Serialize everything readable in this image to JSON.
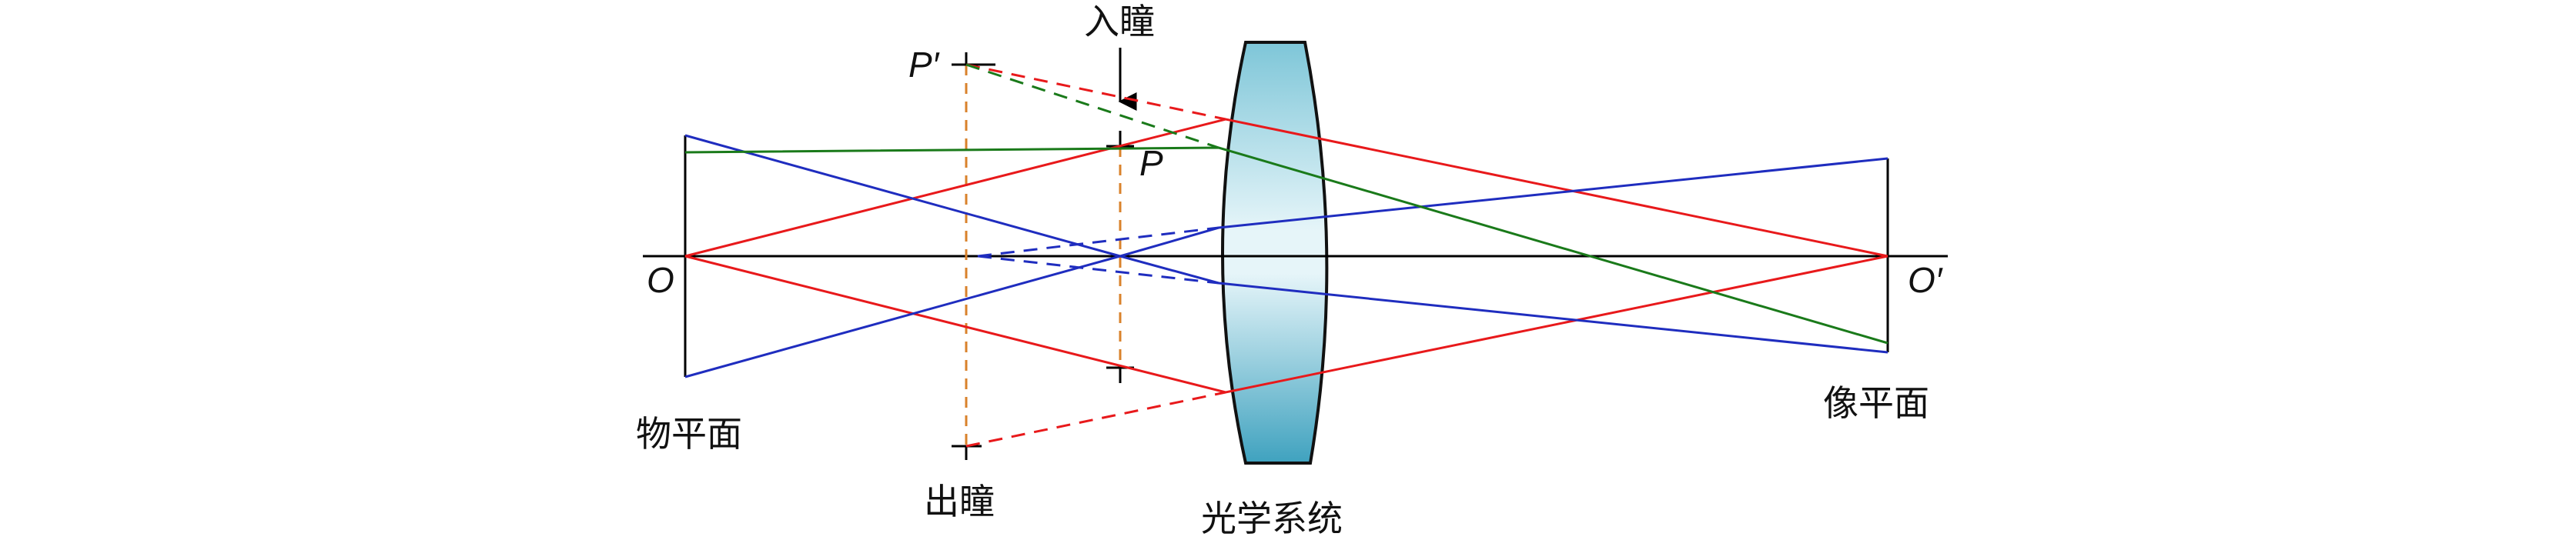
{
  "labels": {
    "entrance_pupil": "入瞳",
    "exit_pupil": "出瞳",
    "object_plane": "物平面",
    "image_plane": "像平面",
    "optical_system": "光学系统",
    "point_p": "P",
    "point_p_prime": "P′",
    "point_o": "O",
    "point_o_prime": "O′"
  },
  "colors": {
    "axis": "#000000",
    "ray_red": "#e8191b",
    "ray_blue": "#1f2dbf",
    "ray_green": "#1a7a1a",
    "pupil_guide": "#d9822b",
    "lens_fill_center": "#dff1f6",
    "lens_fill_edge": "#4aa9c4",
    "lens_stroke": "#111111"
  }
}
